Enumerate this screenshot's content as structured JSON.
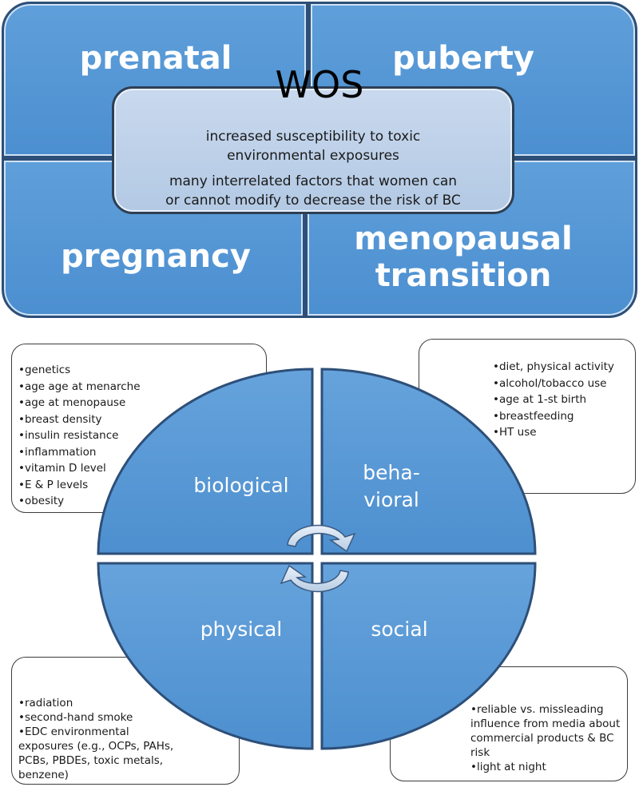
{
  "top": {
    "title": "WOS",
    "quadrants": {
      "top_left": "prenatal",
      "top_right": "puberty",
      "bottom_left": "pregnancy",
      "bottom_right_line1": "menopausal",
      "bottom_right_line2": "transition"
    },
    "center": {
      "line1": "increased susceptibility to toxic",
      "line2": "environmental exposures",
      "line3": "many interrelated factors that women can",
      "line4": "or cannot modify to decrease the risk of BC"
    }
  },
  "circle": {
    "segments": {
      "biological": "biological",
      "behavioral_line1": "beha-",
      "behavioral_line2": "vioral",
      "physical": "physical",
      "social": "social"
    }
  },
  "callouts": {
    "biological": [
      "genetics",
      "age age at menarche",
      "age at menopause",
      "breast density",
      "insulin resistance",
      "inflammation",
      "vitamin D level",
      "E & P levels",
      "obesity"
    ],
    "behavioral": [
      "diet, physical activity",
      "alcohol/tobacco use",
      "age at 1-st birth",
      "breastfeeding",
      "HT use"
    ],
    "physical": [
      "radiation",
      "second-hand smoke",
      "EDC environmental exposures (e.g., OCPs, PAHs, PCBs, PBDEs, toxic metals, benzene)"
    ],
    "social": [
      "reliable vs. missleading influence from media about commercial products & BC risk",
      "light at night"
    ]
  },
  "colors": {
    "quadrant_fill": "#5b9bd5",
    "quadrant_border": "#2d4f78",
    "center_fill": "#c0d3ea",
    "circle_fill": "#5b9bd5",
    "arrow_fill": "#d4e1f0"
  },
  "icons": [
    "cycle-arrow-icon"
  ]
}
